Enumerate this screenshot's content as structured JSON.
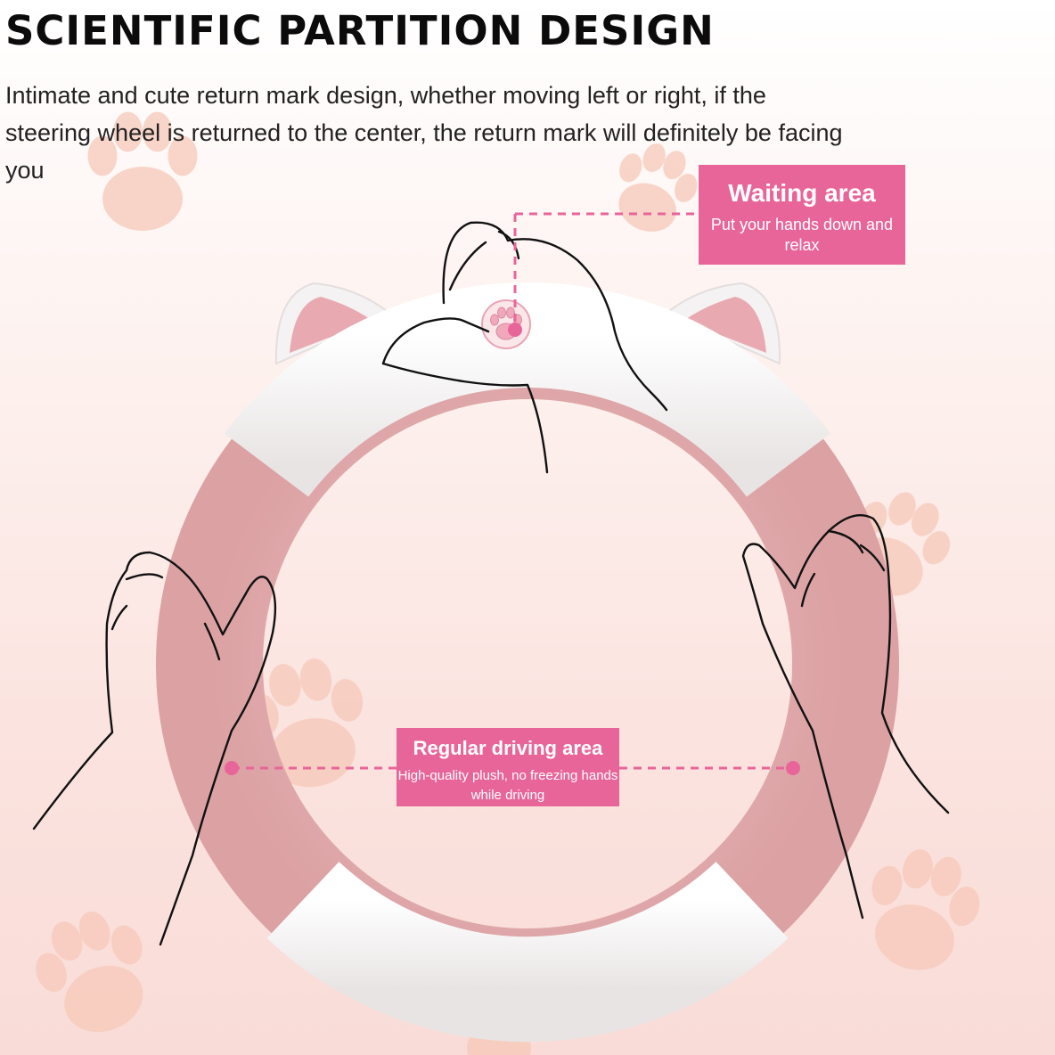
{
  "headline": "SCIENTIFIC PARTITION DESIGN",
  "description": "Intimate and cute return mark design, whether moving left or right, if the steering wheel is returned to the center, the return mark will definitely be facing you",
  "waiting_area": {
    "title": "Waiting area",
    "subtitle": "Put your hands down and relax"
  },
  "regular_driving_area": {
    "title": "Regular driving area",
    "subtitle": "High-quality plush, no freezing hands while driving"
  },
  "colors": {
    "accent_pink": "#e8659a",
    "plush_pink": "#e7b3b3",
    "cover_white": "#f3f1f1",
    "paw_print": "#f6c9b8"
  }
}
